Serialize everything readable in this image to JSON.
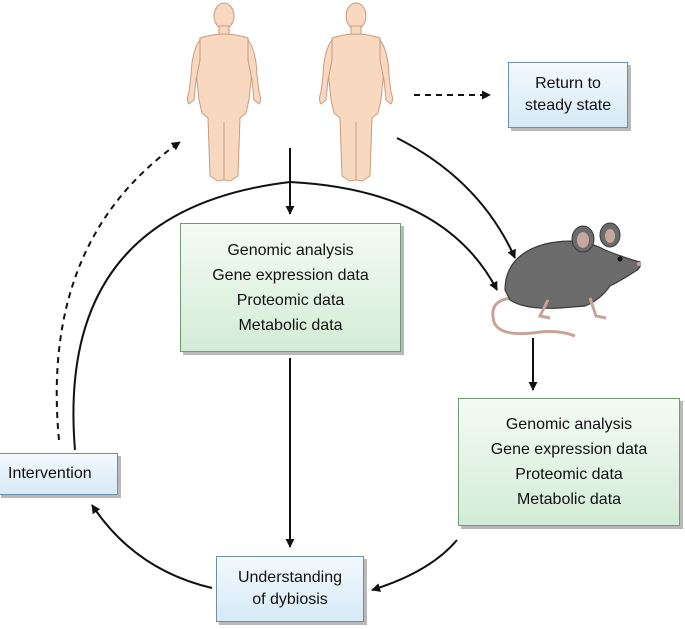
{
  "boxes": {
    "return_to_steady_state": [
      "Return to",
      "steady state"
    ],
    "data_human": [
      "Genomic analysis",
      "Gene expression data",
      "Proteomic data",
      "Metabolic data"
    ],
    "data_mouse": [
      "Genomic analysis",
      "Gene expression data",
      "Proteomic data",
      "Metabolic data"
    ],
    "understanding": [
      "Understanding",
      "of dybiosis"
    ],
    "intervention": "Intervention"
  },
  "colors": {
    "skin": "#f8d9bf",
    "skin_outline": "#c89b7e",
    "mouse_body": "#6b6b6b",
    "mouse_ear_inner": "#c7a79d",
    "arrow": "#111111"
  }
}
